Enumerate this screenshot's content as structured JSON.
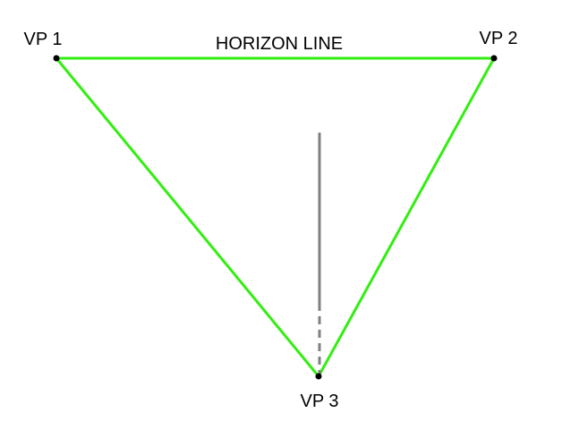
{
  "labels": {
    "vp1": "VP 1",
    "vp2": "VP 2",
    "vp3": "VP 3",
    "horizon": "HORIZON LINE"
  },
  "colors": {
    "triangle": "#33ee11",
    "vertical_line": "#808080",
    "point": "#000000",
    "background": "#ffffff"
  }
}
